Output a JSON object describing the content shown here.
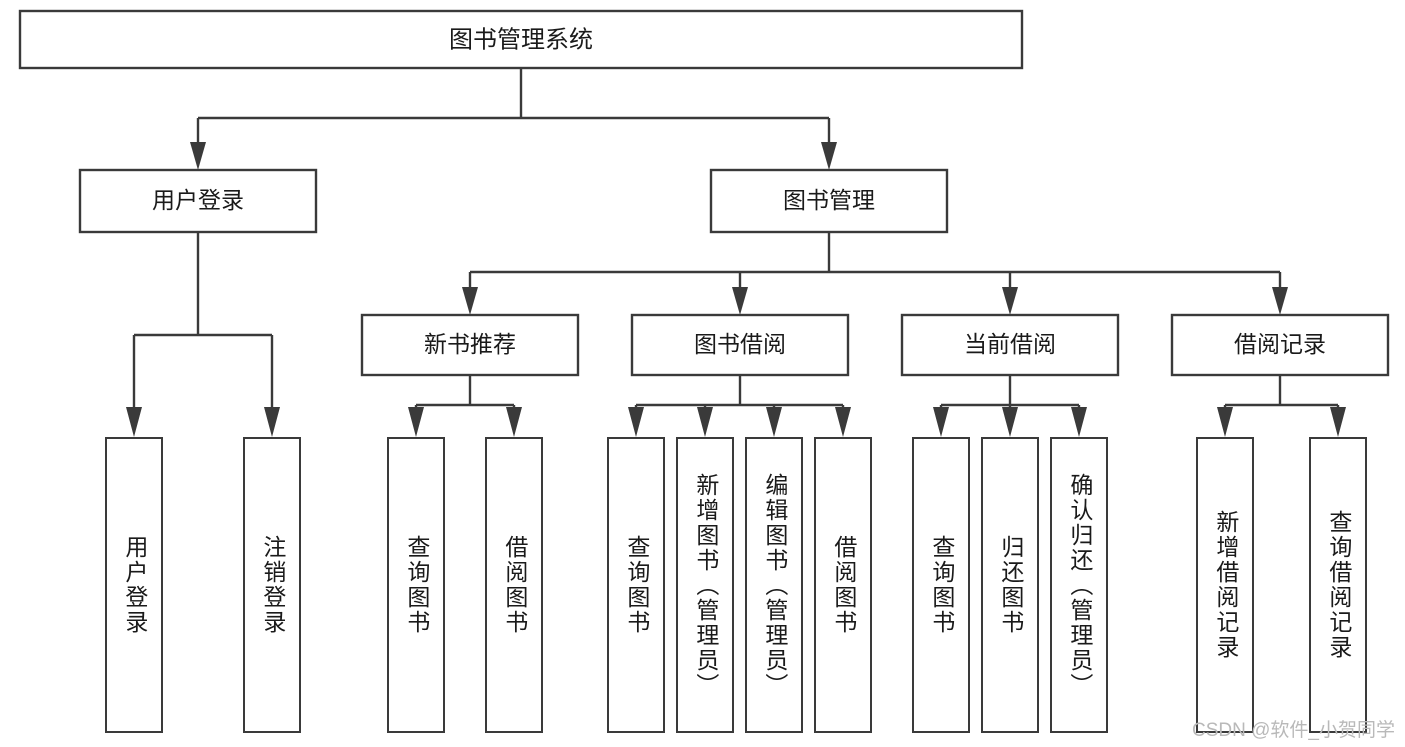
{
  "diagram": {
    "title": "图书管理系统",
    "type": "tree-hierarchy-chart",
    "colors": {
      "stroke": "#3a3a3a",
      "box_fill": "#ffffff",
      "text": "#1a1a1a",
      "background": "#ffffff",
      "watermark": "#b9b9b9"
    },
    "root": {
      "label": "图书管理系统"
    },
    "level2": [
      {
        "label": "用户登录"
      },
      {
        "label": "图书管理"
      }
    ],
    "level3": [
      {
        "label": "新书推荐"
      },
      {
        "label": "图书借阅"
      },
      {
        "label": "当前借阅"
      },
      {
        "label": "借阅记录"
      }
    ],
    "leaves": {
      "user_login": [
        {
          "label": "用户登录"
        },
        {
          "label": "注销登录"
        }
      ],
      "new_book_recommend": [
        {
          "label": "查询图书"
        },
        {
          "label": "借阅图书"
        }
      ],
      "book_borrow": [
        {
          "label": "查询图书"
        },
        {
          "label": "新增图书（管理员）"
        },
        {
          "label": "编辑图书（管理员）"
        },
        {
          "label": "借阅图书"
        }
      ],
      "current_borrow": [
        {
          "label": "查询图书"
        },
        {
          "label": "归还图书"
        },
        {
          "label": "确认归还（管理员）"
        }
      ],
      "borrow_record": [
        {
          "label": "新增借阅记录"
        },
        {
          "label": "查询借阅记录"
        }
      ]
    },
    "watermark": {
      "text": "CSDN @软件_小贺同学"
    }
  }
}
